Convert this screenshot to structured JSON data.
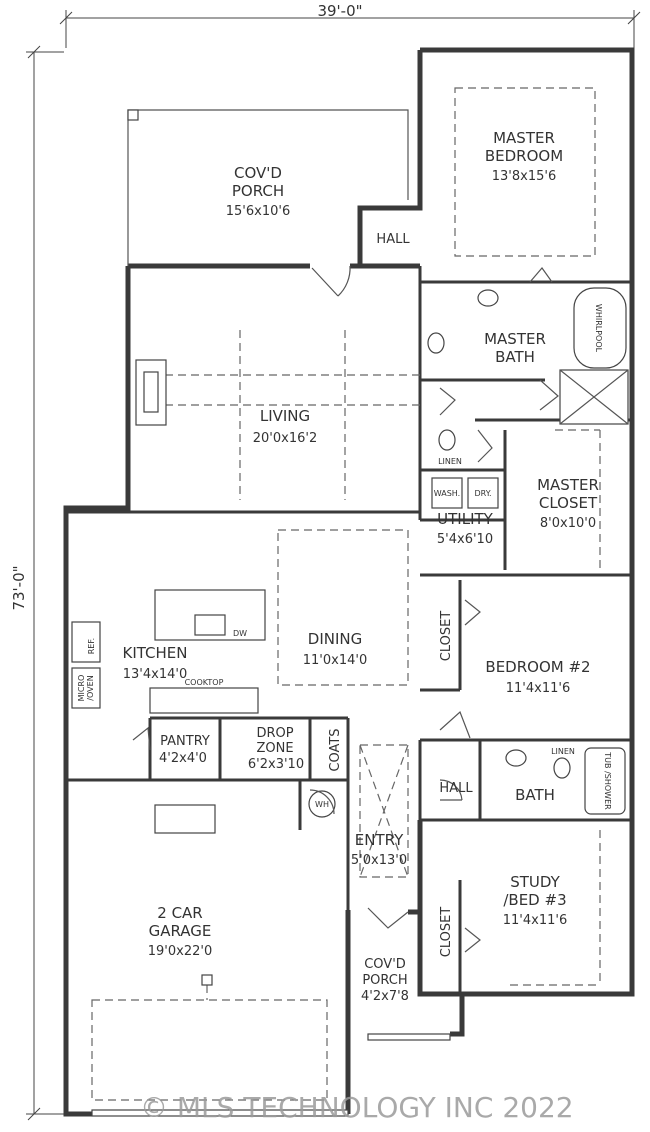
{
  "dimensions": {
    "width": "39'-0\"",
    "depth": "73'-0\""
  },
  "rooms": {
    "master_bedroom": {
      "name_line1": "MASTER",
      "name_line2": "BEDROOM",
      "size": "13'8x15'6"
    },
    "covd_porch_rear": {
      "name_line1": "COV'D",
      "name_line2": "PORCH",
      "size": "15'6x10'6"
    },
    "hall_rear": {
      "name": "HALL"
    },
    "master_bath": {
      "name_line1": "MASTER",
      "name_line2": "BATH"
    },
    "living": {
      "name": "LIVING",
      "size": "20'0x16'2"
    },
    "master_closet": {
      "name_line1": "MASTER",
      "name_line2": "CLOSET",
      "size": "8'0x10'0"
    },
    "utility": {
      "name": "UTILITY",
      "size": "5'4x6'10"
    },
    "kitchen": {
      "name": "KITCHEN",
      "size": "13'4x14'0"
    },
    "dining": {
      "name": "DINING",
      "size": "11'0x14'0"
    },
    "bedroom2": {
      "name": "BEDROOM #2",
      "size": "11'4x11'6"
    },
    "closet_bed2": {
      "name": "CLOSET"
    },
    "pantry": {
      "name": "PANTRY",
      "size": "4'2x4'0"
    },
    "drop_zone": {
      "name_line1": "DROP",
      "name_line2": "ZONE",
      "size": "6'2x3'10"
    },
    "coats": {
      "name": "COATS"
    },
    "hall_front": {
      "name": "HALL"
    },
    "bath": {
      "name": "BATH"
    },
    "entry": {
      "name": "ENTRY",
      "size": "5'0x13'0"
    },
    "study": {
      "name_line1": "STUDY",
      "name_line2": "/BED #3",
      "size": "11'4x11'6"
    },
    "closet_study": {
      "name": "CLOSET"
    },
    "garage": {
      "name_line1": "2 CAR",
      "name_line2": "GARAGE",
      "size": "19'0x22'0"
    },
    "covd_porch_front": {
      "name_line1": "COV'D",
      "name_line2": "PORCH",
      "size": "4'2x7'8"
    }
  },
  "fixtures": {
    "washer": "WASH.",
    "dryer": "DRY.",
    "linen_master": "LINEN",
    "linen_bath": "LINEN",
    "refrigerator": "REF.",
    "dishwasher": "DW",
    "cooktop": "COOKTOP",
    "micro_oven_line1": "MICRO",
    "micro_oven_line2": "/OVEN",
    "water_heater": "WH",
    "whirlpool": "WHIRLPOOL",
    "tub_shower": "TUB /SHOWER"
  },
  "watermark": "© MLS TECHNOLOGY INC 2022"
}
